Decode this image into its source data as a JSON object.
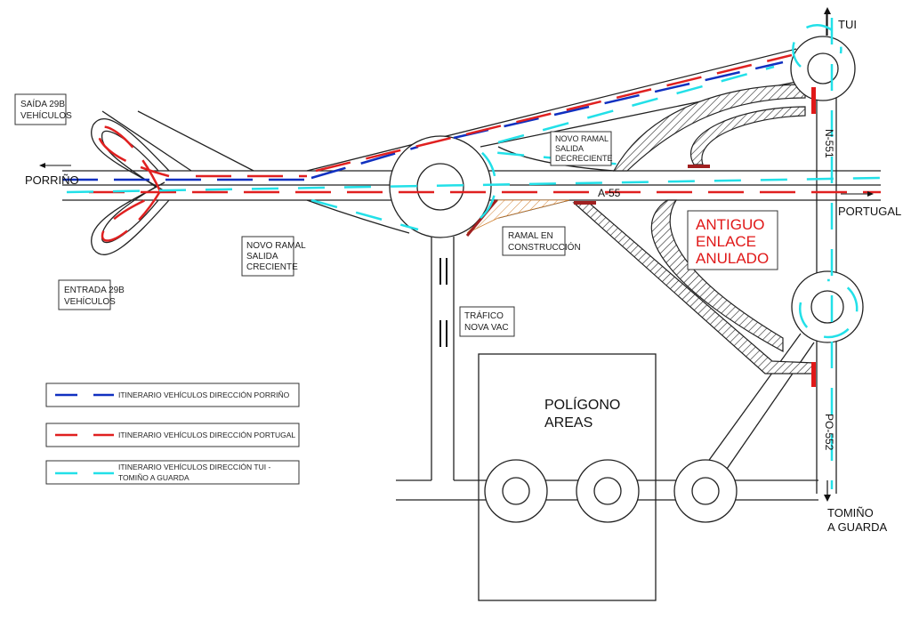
{
  "destinations": {
    "tui": "TUI",
    "porrino": "PORRIÑO",
    "portugal": "PORTUGAL",
    "tomino_line1": "TOMIÑO",
    "tomino_line2": "A GUARDA"
  },
  "roads": {
    "a55": "A-55",
    "n551": "N-551",
    "po552": "PO-552"
  },
  "labels": {
    "saida": [
      "SAÍDA 29B",
      "VEHÍCULOS"
    ],
    "entrada": [
      "ENTRADA 29B",
      "VEHÍCULOS"
    ],
    "novo_creciente": [
      "NOVO RAMAL",
      "SALIDA",
      "CRECIENTE"
    ],
    "novo_decreciente": [
      "NOVO RAMAL",
      "SALIDA",
      "DECRECIENTE"
    ],
    "ramal": [
      "RAMAL EN",
      "CONSTRUCCIÓN"
    ],
    "trafico": [
      "TRÁFICO",
      "NOVA VAC"
    ],
    "antiguo": [
      "ANTIGUO",
      "ENLACE",
      "ANULADO"
    ],
    "poligono": [
      "POLÍGONO",
      "AREAS"
    ]
  },
  "legend": [
    {
      "text": "ITINERARIO VEHÍCULOS DIRECCIÓN PORRIÑO",
      "color": "#1030c0"
    },
    {
      "text": "ITINERARIO VEHÍCULOS DIRECCIÓN PORTUGAL",
      "color": "#e02020"
    },
    {
      "text": "ITINERARIO VEHÍCULOS DIRECCIÓN TUI -",
      "text2": "TOMIÑO A GUARDA",
      "color": "#22e0e8"
    }
  ]
}
